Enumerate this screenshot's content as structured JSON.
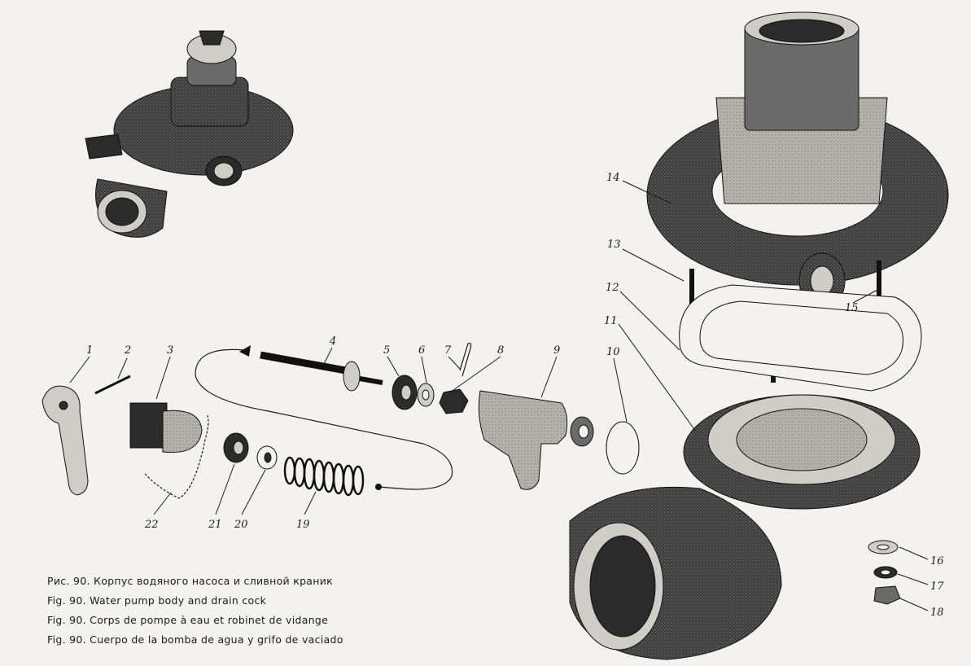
{
  "figure": {
    "captions": [
      "Рис. 90. Корпус водяного насоса и сливной краник",
      "Fig. 90. Water pump body and drain cock",
      "Fig. 90. Corps de pompe à eau et robinet de vidange",
      "Fig. 90. Cuerpo de la bomba de agua y grifo de vaciado"
    ],
    "callouts": [
      "1",
      "2",
      "3",
      "4",
      "5",
      "6",
      "7",
      "8",
      "9",
      "10",
      "11",
      "12",
      "13",
      "14",
      "15",
      "16",
      "17",
      "18",
      "19",
      "20",
      "21",
      "22"
    ]
  }
}
